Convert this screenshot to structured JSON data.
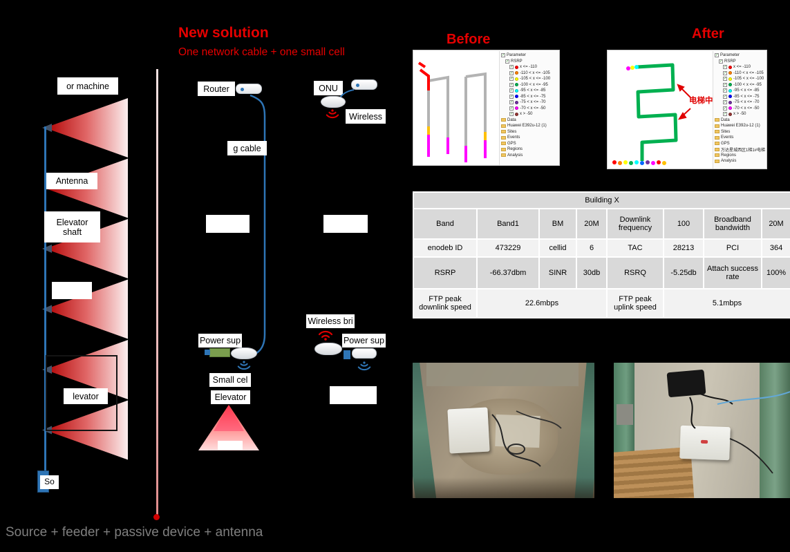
{
  "colors": {
    "accent_red": "#e60000",
    "line_blue": "#2e75b6",
    "caption_gray": "#7f7f7f",
    "table_gray": "#d9d9d9",
    "trace_green": "#00b050",
    "trace_magenta": "#ff00ff"
  },
  "old_solution": {
    "machine_label": "or machine",
    "antenna_label": "Antenna",
    "shaft_label_line1": "Elevator",
    "shaft_label_line2": "shaft",
    "elevator_label": "levator",
    "source_label": "So",
    "caption": "Source + feeder + passive device + antenna"
  },
  "new_solution": {
    "title": "New solution",
    "subtitle": "One network cable + one small cell",
    "router_label": "Router",
    "cable_label": "g cable",
    "power_supply_label": "Power sup",
    "small_cell_label": "Small cel",
    "elevator_label": "Elevator",
    "onu_label": "ONU",
    "wireless_label": "Wireless",
    "wireless_bridge_label": "Wireless bri",
    "power_supply2_label": "Power sup"
  },
  "comparison": {
    "before_title": "Before",
    "after_title": "After",
    "after_annotation": "电梯中",
    "legend": {
      "parameter": "Parameter",
      "metric": "RSRP",
      "ranges": [
        {
          "color": "#ff0000",
          "label": "x <= -110"
        },
        {
          "color": "#ff8000",
          "label": "-110 < x <= -105"
        },
        {
          "color": "#ffff00",
          "label": "-105 < x <= -100"
        },
        {
          "color": "#00b050",
          "label": "-100 < x <= -95"
        },
        {
          "color": "#00ffff",
          "label": "-95 < x <= -85"
        },
        {
          "color": "#0000ff",
          "label": "-85 < x <= -75"
        },
        {
          "color": "#7030a0",
          "label": "-75 < x <= -70"
        },
        {
          "color": "#ff00ff",
          "label": "-70 < x <= -50"
        },
        {
          "color": "#963634",
          "label": "x > -50"
        }
      ],
      "tree_before": [
        "Data",
        "Huawei E392u-12 (1)",
        "Sites",
        "Events",
        "GPS",
        "Regions",
        "Analysis"
      ],
      "tree_after": [
        "Data",
        "Huawei E392u-12 (1)",
        "Sites",
        "Events",
        "GPS",
        "万达星城西区1梯1#电梯",
        "Regions",
        "Analysis"
      ]
    }
  },
  "table": {
    "title": "Building X",
    "rows": [
      [
        "Band",
        "Band1",
        "BM",
        "20M",
        "Downlink frequency",
        "100",
        "Broadband bandwidth",
        "20M"
      ],
      [
        "enodeb ID",
        "473229",
        "cellid",
        "6",
        "TAC",
        "28213",
        "PCI",
        "364"
      ],
      [
        "RSRP",
        "-66.37dbm",
        "SINR",
        "30db",
        "RSRQ",
        "-5.25db",
        "Attach success rate",
        "100%"
      ],
      [
        "FTP peak downlink speed",
        "22.6mbps",
        "FTP peak uplink speed",
        "5.1mbps"
      ]
    ]
  }
}
